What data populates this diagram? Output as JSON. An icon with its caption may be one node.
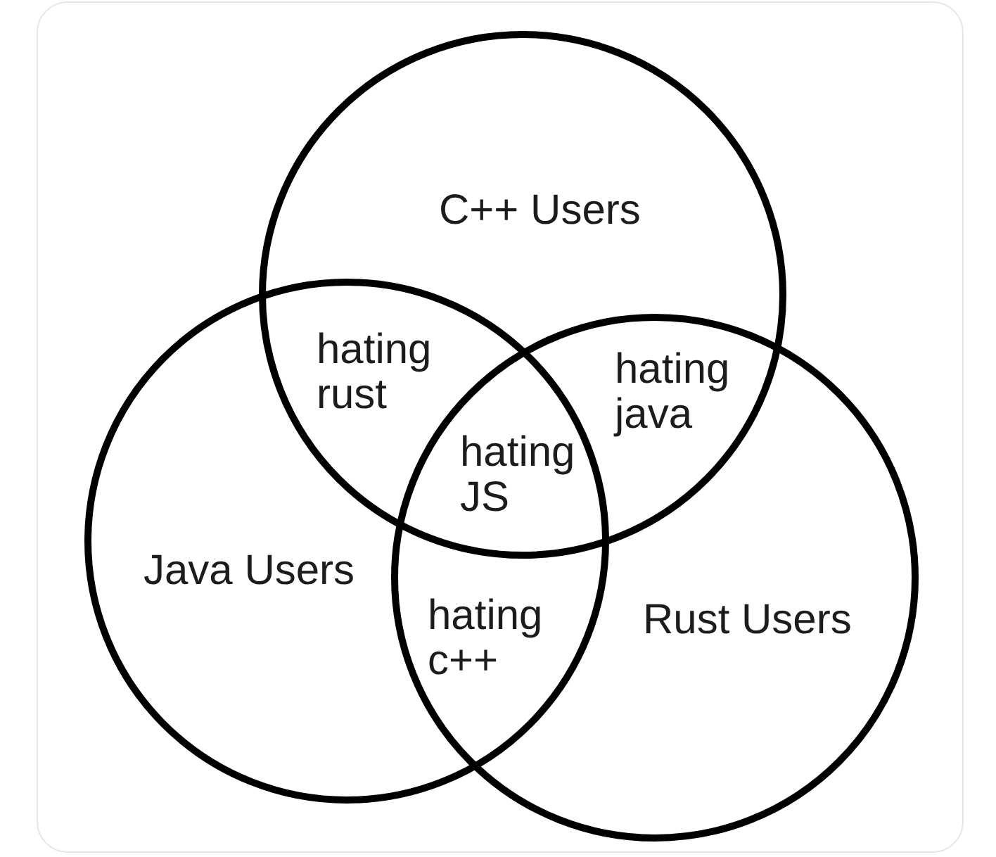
{
  "diagram": {
    "nodes": [
      {
        "text": [
          "C++ Users"
        ]
      },
      {
        "text": [
          "Java Users"
        ]
      },
      {
        "text": [
          "Rust Users"
        ]
      }
    ],
    "labels": [
      "hating rust",
      "hating java",
      "hating JS",
      "hating c++"
    ]
  }
}
